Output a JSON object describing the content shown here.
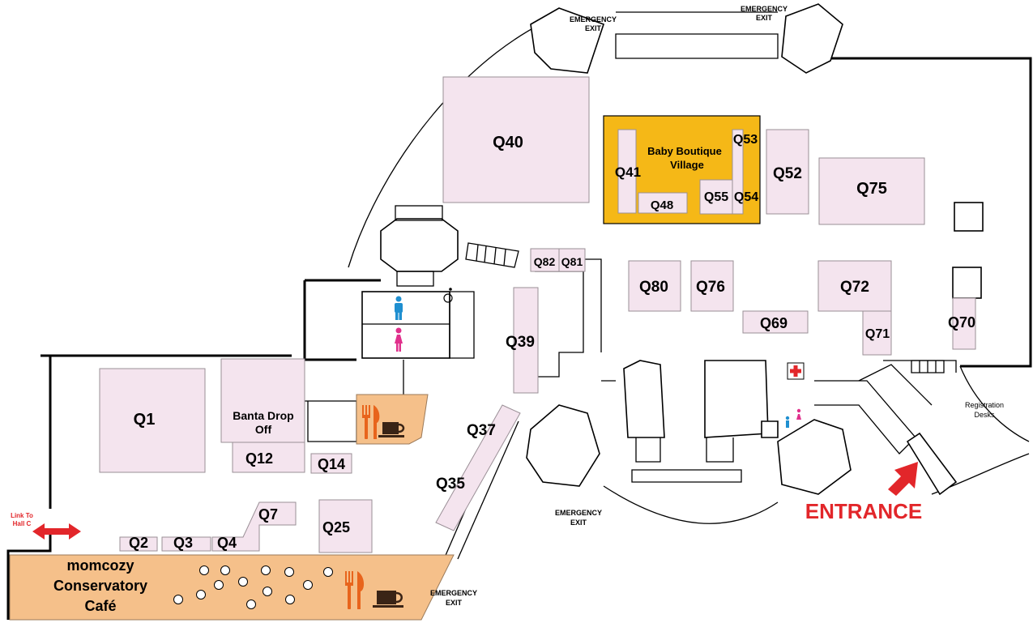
{
  "colors": {
    "stand_fill": "#f4e4ee",
    "boutique_fill": "#f5b817",
    "cafe_fill": "#f5c08a",
    "accent_red": "#e2262a",
    "cutlery_orange": "#e8641c",
    "male_blue": "#1f8fd0",
    "female_pink": "#e0308c"
  },
  "stands": {
    "q1": "Q1",
    "q2": "Q2",
    "q3": "Q3",
    "q4": "Q4",
    "q7": "Q7",
    "q12": "Q12",
    "q14": "Q14",
    "q25": "Q25",
    "q35": "Q35",
    "q37": "Q37",
    "q39": "Q39",
    "q40": "Q40",
    "q41": "Q41",
    "q48": "Q48",
    "q52": "Q52",
    "q53": "Q53",
    "q54": "Q54",
    "q55": "Q55",
    "q69": "Q69",
    "q70": "Q70",
    "q71": "Q71",
    "q72": "Q72",
    "q75": "Q75",
    "q76": "Q76",
    "q80": "Q80",
    "q81": "Q81",
    "q82": "Q82"
  },
  "areas": {
    "boutique_line1": "Baby Boutique",
    "boutique_line2": "Village",
    "banta_line1": "Banta Drop",
    "banta_line2": "Off",
    "cafe_line1": "momcozy",
    "cafe_line2": "Conservatory",
    "cafe_line3": "Café",
    "registration_line1": "Registration",
    "registration_line2": "Desks"
  },
  "exits": {
    "emergency": "EMERGENCY",
    "exit": "EXIT",
    "link_line1": "Link To",
    "link_line2": "Hall C",
    "entrance": "ENTRANCE"
  },
  "icons": [
    "male-toilet-icon",
    "female-toilet-icon",
    "first-aid-icon",
    "cutlery-icon",
    "coffee-cup-icon",
    "arrow-icon"
  ]
}
